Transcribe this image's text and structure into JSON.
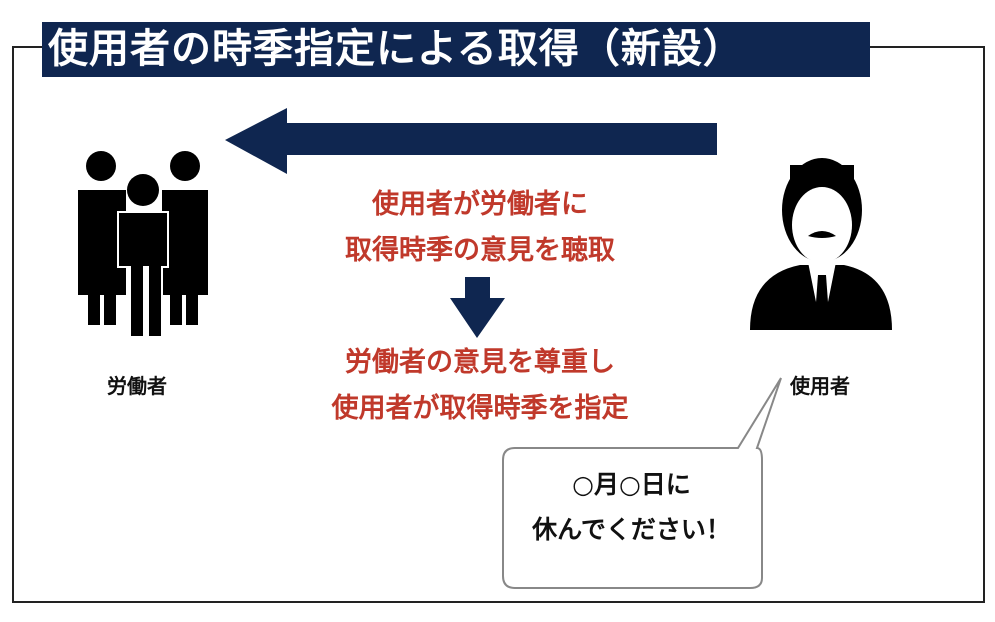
{
  "title": "使用者の時季指定による取得（新設）",
  "labels": {
    "workers": "労働者",
    "employer": "使用者"
  },
  "step1": [
    "使用者が労働者に",
    "取得時季の意見を聴取"
  ],
  "step2": [
    "労働者の意見を尊重し",
    "使用者が取得時季を指定"
  ],
  "speech": [
    "○月○日に",
    "休んでください！"
  ],
  "colors": {
    "navy": "#0f2650",
    "red": "#c0392b"
  }
}
